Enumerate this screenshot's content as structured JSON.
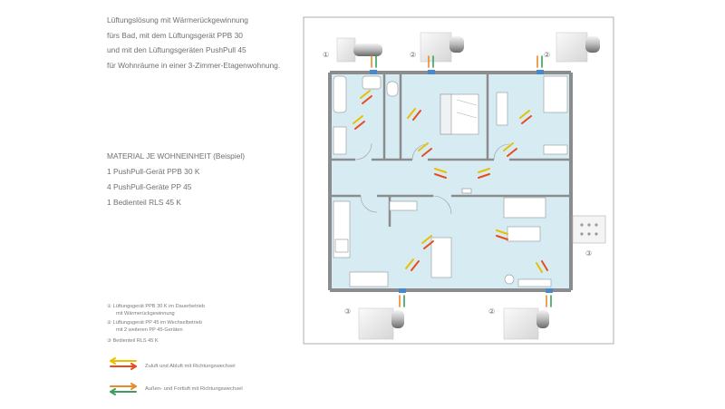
{
  "intro": {
    "lines": [
      "Lüftungslösung mit Wärmerückgewinnung",
      "fürs Bad, mit dem Lüftungsgerät PPB 30",
      "und mit den Lüftungsgeräten PushPull 45",
      "für Wohnräume in einer 3-Zimmer-Etagenwohnung."
    ]
  },
  "material": {
    "title": "MATERIAL JE WOHNEINHEIT (Beispiel)",
    "items": [
      "1 PushPull-Gerät PPB 30 K",
      "4 PushPull-Geräte PP 45",
      "1 Bedienteil RLS 45 K"
    ]
  },
  "legend": {
    "items": [
      {
        "marker": "①",
        "lines": [
          "Lüftungsgerät PPB 30 K im Dauerbetrieb",
          "mit Wärmerückgewinnung"
        ]
      },
      {
        "marker": "②",
        "lines": [
          "Lüftungsgerät PP 45 im Wechselbetrieb",
          "mit 2 weiteren PP 45-Geräten"
        ]
      },
      {
        "marker": "③",
        "lines": [
          "Bedienteil RLS 45 K"
        ]
      }
    ],
    "arrows": [
      {
        "label": "Zuluft und Abluft mit Richtungswechsel",
        "colors": [
          "#e8c000",
          "#e84c1c"
        ]
      },
      {
        "label": "Außen- und Fortluft mit Richtungswechsel",
        "colors": [
          "#e88a2a",
          "#3aa05a"
        ]
      }
    ]
  },
  "callouts": {
    "top_left": "①",
    "top_mid": "②",
    "top_right": "②",
    "mid_plan": "③",
    "right_panel": "③",
    "bottom_left": "③",
    "bottom_right": "②"
  },
  "colors": {
    "room_fill": "#d7ecf2",
    "wall": "#8a8c8e",
    "arrow_yellow": "#e8c000",
    "arrow_red": "#e84c1c",
    "arrow_orange": "#e88a2a",
    "arrow_green": "#3aa05a",
    "device_blue": "#4a88c8"
  }
}
